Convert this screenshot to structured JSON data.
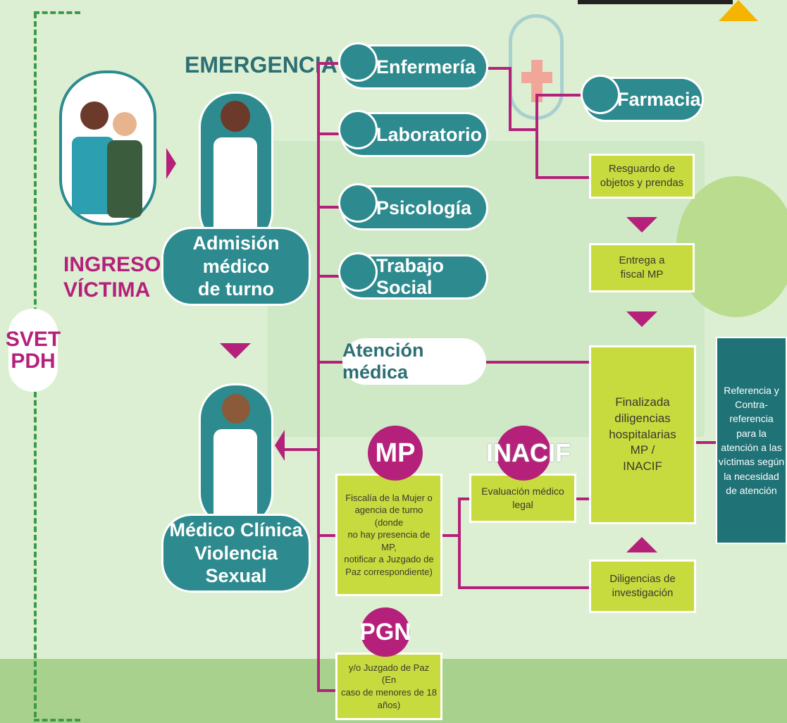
{
  "left": {
    "svet": "SVET",
    "pdh": "PDH",
    "ingreso_1": "INGRESO",
    "ingreso_2": "VÍCTIMA"
  },
  "emergency_title": "EMERGENCIA",
  "admision": {
    "line1": "Admisión médico",
    "line2": "de turno"
  },
  "medico_clinica": {
    "line1": "Médico Clínica",
    "line2": "Violencia Sexual"
  },
  "services": {
    "enfermeria": "Enfermería",
    "laboratorio": "Laboratorio",
    "psicologia": "Psicología",
    "trabajo_social": "Trabajo Social",
    "farmacia": "Farmacia",
    "atencion_medica": "Atención médica"
  },
  "boxes": {
    "resguardo_1": "Resguardo de",
    "resguardo_2": "objetos y prendas",
    "entrega_1": "Entrega a",
    "entrega_2": "fiscal MP",
    "finalizada_1": "Finalizada",
    "finalizada_2": "diligencias",
    "finalizada_3": "hospitalarias",
    "finalizada_4": "MP /",
    "finalizada_5": "INACIF",
    "fiscalia_1": "Fiscalía de la Mujer o",
    "fiscalia_2": "agencia de turno (donde",
    "fiscalia_3": "no hay presencia de MP,",
    "fiscalia_4": "notificar a Juzgado de",
    "fiscalia_5": "Paz correspondiente)",
    "evaluacion": "Evaluación médico legal",
    "diligencias_1": "Diligencias de",
    "diligencias_2": "investigación",
    "juzgado_1": "y/o Juzgado de Paz (En",
    "juzgado_2": "caso de menores de 18 años)"
  },
  "referencia": [
    "Referencia y",
    "Contra-",
    "referencia",
    "para la",
    "atención a las",
    "víctimas según",
    "la necesidad",
    "de atención"
  ],
  "badges": {
    "mp": "MP",
    "inacif": "INACIF",
    "pgn": "PGN"
  },
  "colors": {
    "teal": "#2d8a8e",
    "magenta": "#b5217a",
    "lime": "#c7db3f",
    "dark_teal": "#1f7276"
  }
}
